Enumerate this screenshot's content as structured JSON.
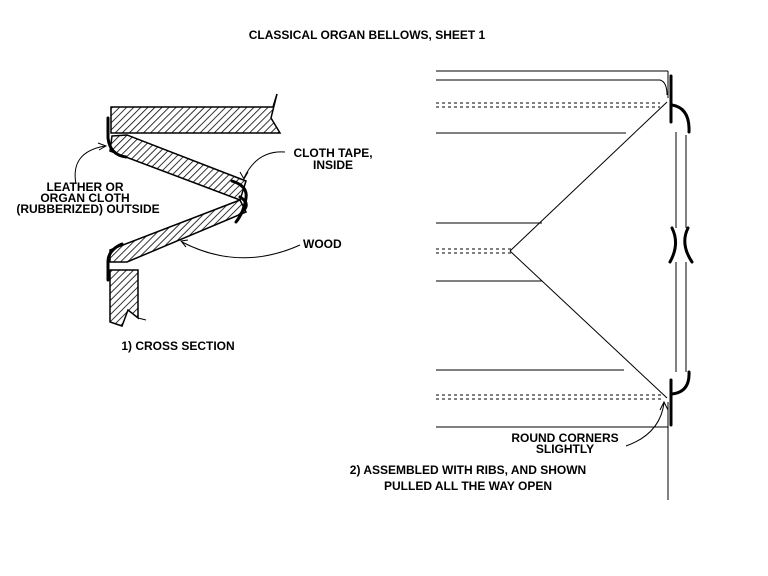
{
  "title": "CLASSICAL ORGAN BELLOWS, SHEET 1",
  "cross_section": {
    "caption": "1) CROSS SECTION",
    "labels": {
      "cloth_tape_line1": "CLOTH TAPE,",
      "cloth_tape_line2": "INSIDE",
      "leather_line1": "LEATHER OR",
      "leather_line2": "ORGAN CLOTH",
      "leather_line3": "(RUBBERIZED)   OUTSIDE",
      "wood": "WOOD"
    }
  },
  "assembled": {
    "caption_line1": "2) ASSEMBLED WITH RIBS, AND SHOWN",
    "caption_line2": "PULLED ALL THE WAY OPEN",
    "round_corners_line1": "ROUND CORNERS",
    "round_corners_line2": "SLIGHTLY"
  }
}
